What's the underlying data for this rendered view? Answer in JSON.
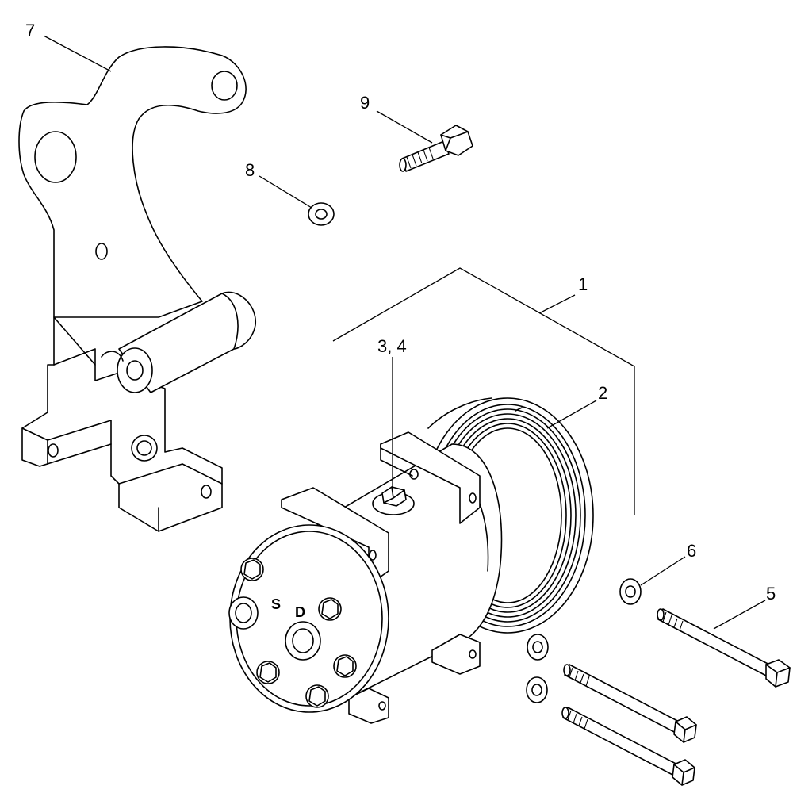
{
  "diagram": {
    "callouts": [
      {
        "id": "c7",
        "label": "7"
      },
      {
        "id": "c9",
        "label": "9"
      },
      {
        "id": "c8",
        "label": "8"
      },
      {
        "id": "c1",
        "label": "1"
      },
      {
        "id": "c34",
        "label": "3, 4"
      },
      {
        "id": "c2",
        "label": "2"
      },
      {
        "id": "c6",
        "label": "6"
      },
      {
        "id": "c5",
        "label": "5"
      }
    ],
    "face_marks": {
      "suction": "S",
      "discharge": "D"
    }
  }
}
